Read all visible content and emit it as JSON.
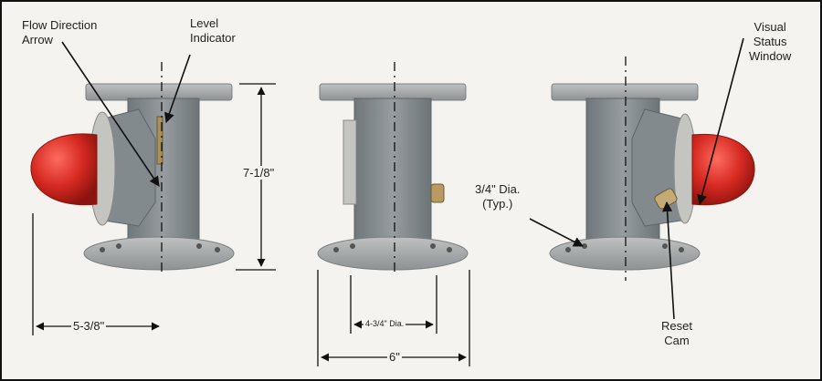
{
  "labels": {
    "flow_direction_arrow": [
      "Flow Direction",
      "Arrow"
    ],
    "level_indicator": [
      "Level",
      "Indicator"
    ],
    "visual_status_window": [
      "Visual",
      "Status",
      "Window"
    ],
    "diameter_typ": [
      "3/4\" Dia.",
      "(Typ.)"
    ],
    "reset_cam": [
      "Reset",
      "Cam"
    ]
  },
  "dimensions": {
    "height": "7-1/8\"",
    "side_width": "5-3/8\"",
    "bolt_circle": "4-3/4\" Dia.",
    "flange_width": "6\""
  },
  "colors": {
    "body_gray": "#8a9094",
    "flange_gray": "#a7aaac",
    "dome_red": "#d62a22",
    "ring_silver": "#c4c4c0",
    "line": "#111111"
  }
}
